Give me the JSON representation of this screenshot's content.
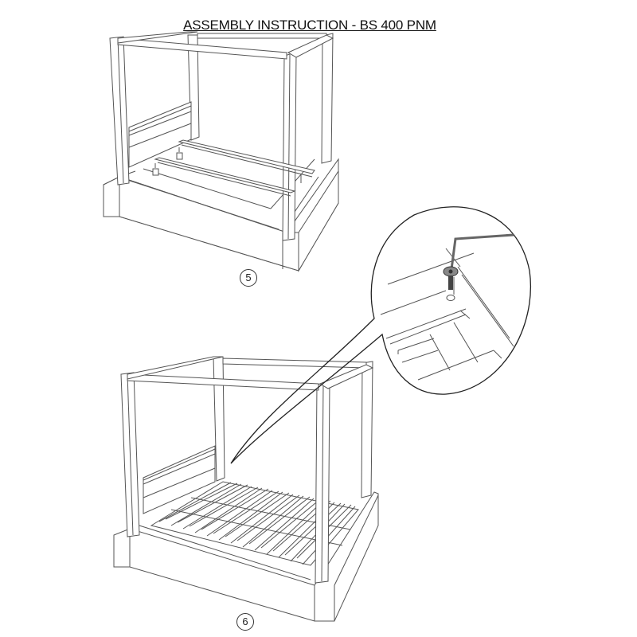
{
  "document": {
    "title": "ASSEMBLY INSTRUCTION - BS 400 PNM",
    "steps": [
      {
        "number": "5",
        "label": "⑤",
        "description_image": "canopy-bed-frame-installing-support-rails"
      },
      {
        "number": "6",
        "label": "⑥",
        "description_image": "canopy-bed-frame-with-slats-installed"
      }
    ],
    "detail_callout": {
      "label": "screw-and-allen-key-detail"
    }
  },
  "colors": {
    "line": "#555555",
    "text": "#111111",
    "background": "#ffffff"
  }
}
